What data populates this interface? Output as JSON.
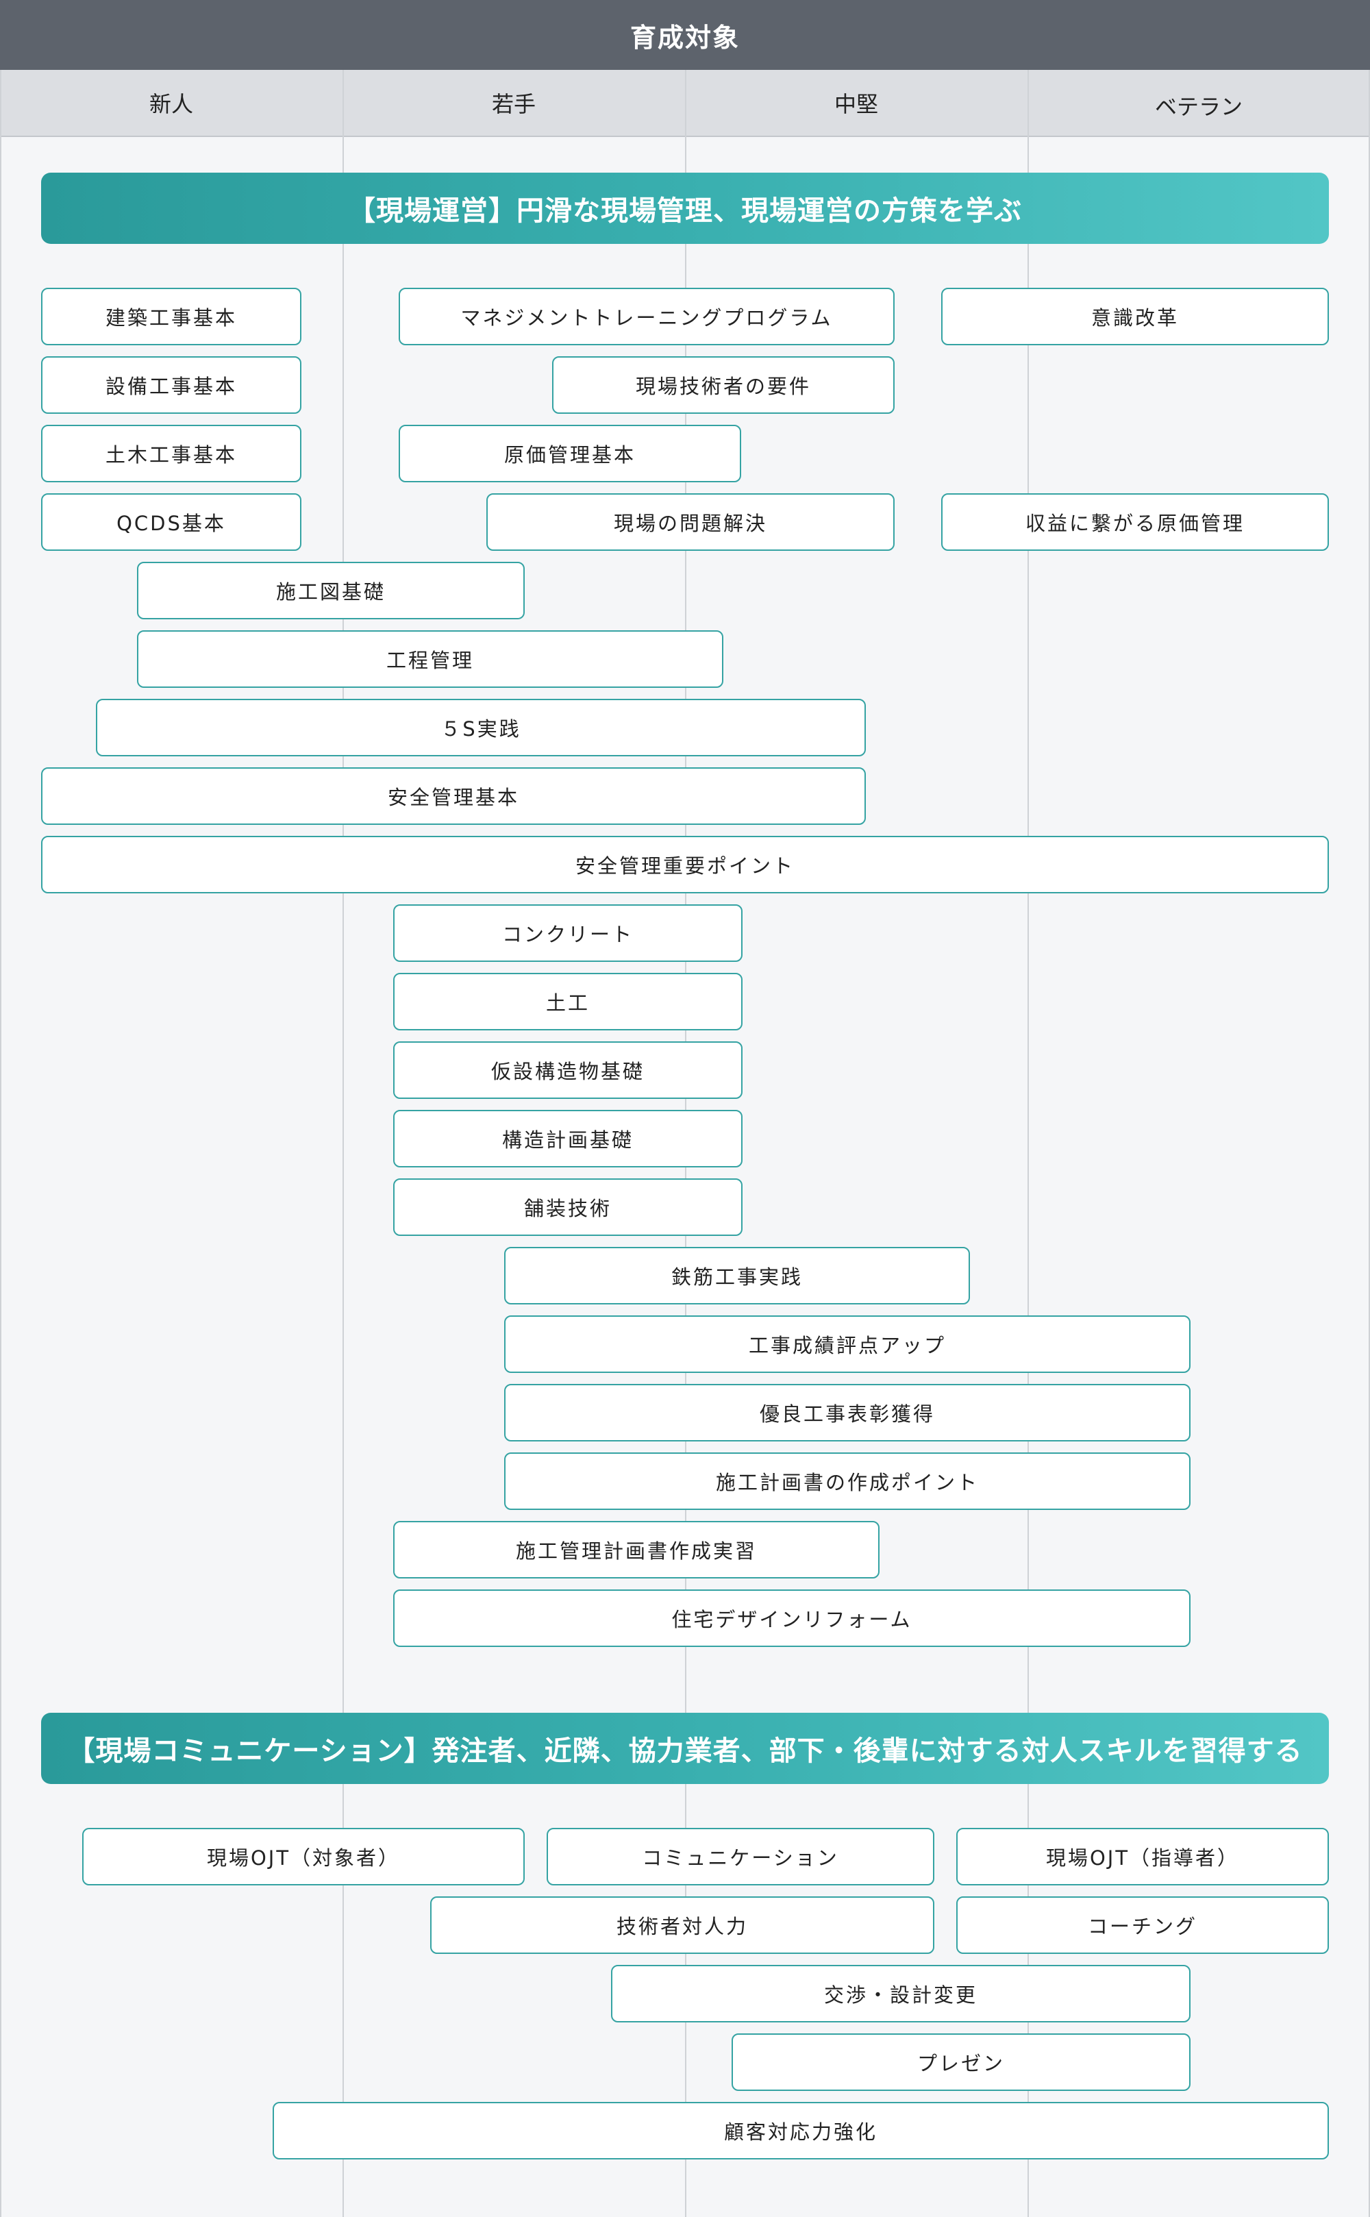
{
  "header": {
    "title": "育成対象"
  },
  "columns": [
    "新人",
    "若手",
    "中堅",
    "ベテラン"
  ],
  "sections": [
    {
      "title": "【現場運営】円滑な現場管理、現場運営の方策を学ぶ",
      "items": [
        "建築工事基本",
        "マネジメントトレーニングプログラム",
        "意識改革",
        "設備工事基本",
        "現場技術者の要件",
        "土木工事基本",
        "原価管理基本",
        "QCDS基本",
        "現場の問題解決",
        "収益に繋がる原価管理",
        "施工図基礎",
        "工程管理",
        "５S実践",
        "安全管理基本",
        "安全管理重要ポイント",
        "コンクリート",
        "土工",
        "仮設構造物基礎",
        "構造計画基礎",
        "舗装技術",
        "鉄筋工事実践",
        "工事成績評点アップ",
        "優良工事表彰獲得",
        "施工計画書の作成ポイント",
        "施工管理計画書作成実習",
        "住宅デザインリフォーム"
      ]
    },
    {
      "title": "【現場コミュニケーション】発注者、近隣、協力業者、部下・後輩に対する対人スキルを習得する",
      "items": [
        "現場OJT（対象者）",
        "コミュニケーション",
        "現場OJT（指導者）",
        "技術者対人力",
        "コーチング",
        "交渉・設計変更",
        "プレゼン",
        "顧客対応力強化"
      ]
    }
  ]
}
